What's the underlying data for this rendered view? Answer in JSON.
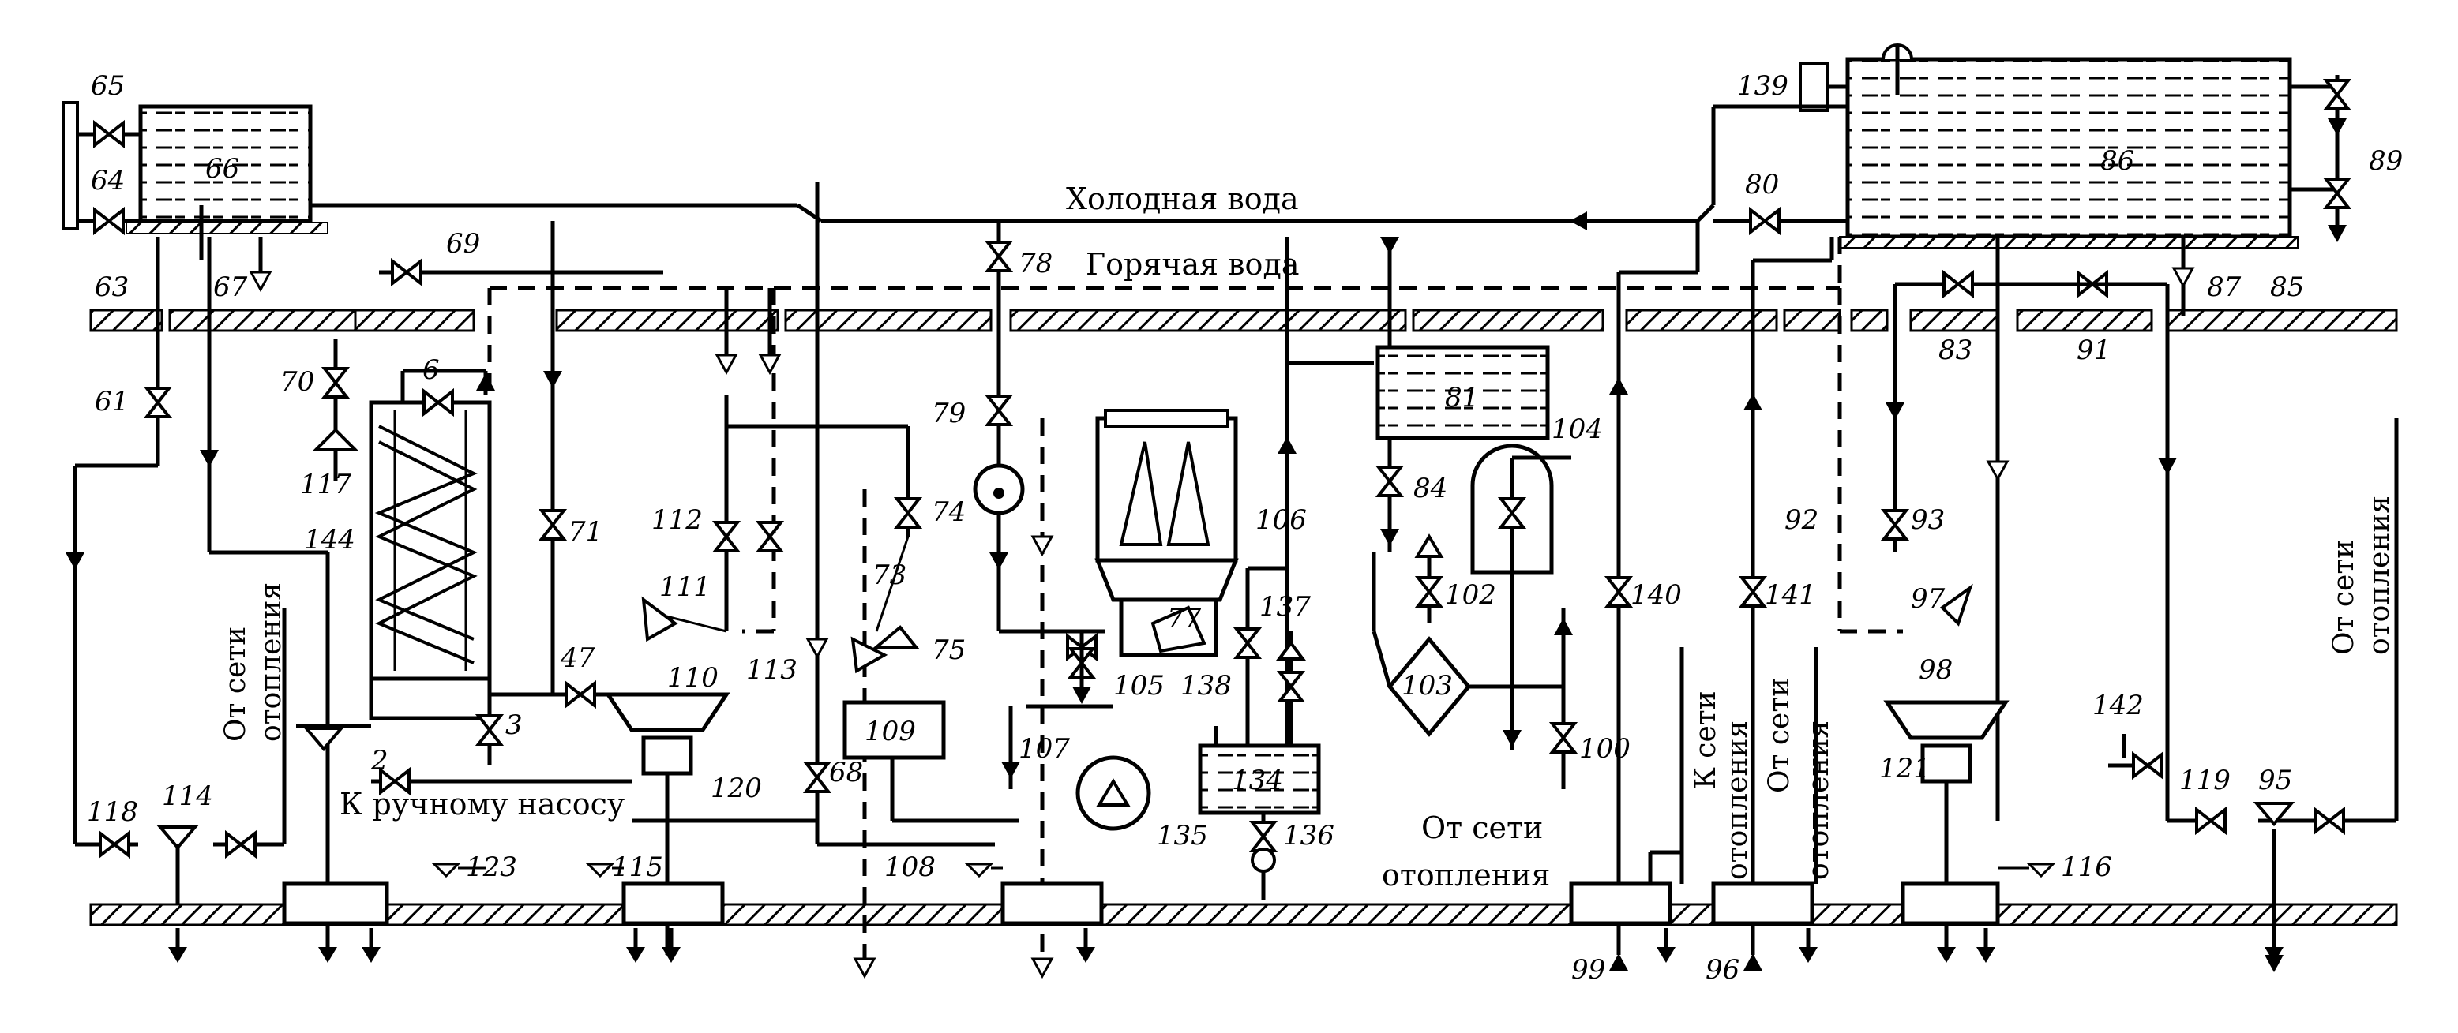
{
  "labels": {
    "cold_water": "Холодная вода",
    "hot_water": "Горячая вода",
    "to_hand_pump": "К ручному насосу",
    "from_heating_1": "От сети отопления",
    "from_heating_2": "От сети отопления",
    "from_heating_3": "От сети отопления",
    "from_heating_4": "От сети отопления",
    "to_heating": "К сети отопления"
  },
  "vlabels": {
    "left_from_1": "От сети",
    "left_from_2": "отопления",
    "mid_to_1": "К сети",
    "mid_to_2": "отопления",
    "mid_from_1": "От сети",
    "mid_from_2": "отопления",
    "right_from_1": "От сети",
    "right_from_2": "отопления",
    "bottom_from_1": "От сети",
    "bottom_from_2": "отопления"
  },
  "numbers": {
    "n2": "2",
    "n3": "3",
    "n6": "6",
    "n47": "47",
    "n61": "61",
    "n63": "63",
    "n64": "64",
    "n65": "65",
    "n66": "66",
    "n67": "67",
    "n68": "68",
    "n69": "69",
    "n70": "70",
    "n71": "71",
    "n73": "73",
    "n74": "74",
    "n75": "75",
    "n77": "77",
    "n78": "78",
    "n79": "79",
    "n80": "80",
    "n81": "81",
    "n83": "83",
    "n84": "84",
    "n85": "85",
    "n86": "86",
    "n87": "87",
    "n89": "89",
    "n91": "91",
    "n92": "92",
    "n93": "93",
    "n95": "95",
    "n96": "96",
    "n97": "97",
    "n98": "98",
    "n99": "99",
    "n100": "100",
    "n102": "102",
    "n103": "103",
    "n104": "104",
    "n105": "105",
    "n106": "106",
    "n107": "107",
    "n108": "108",
    "n109": "109",
    "n110": "110",
    "n111": "111",
    "n112": "112",
    "n113": "113",
    "n114": "114",
    "n115": "115",
    "n116": "116",
    "n117": "117",
    "n118": "118",
    "n119": "119",
    "n120": "120",
    "n121": "121",
    "n123": "123",
    "n134": "134",
    "n135": "135",
    "n136": "136",
    "n137": "137",
    "n138": "138",
    "n139": "139",
    "n140": "140",
    "n141": "141",
    "n142": "142",
    "n144": "144"
  }
}
